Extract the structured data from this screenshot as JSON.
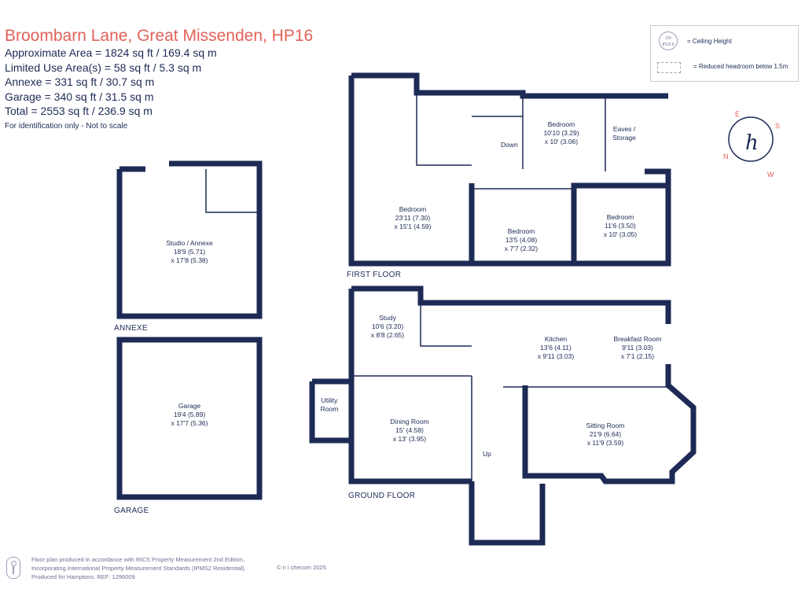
{
  "header": {
    "title": "Broombarn Lane, Great Missenden, HP16",
    "lines": [
      "Approximate Area = 1824 sq ft / 169.4 sq m",
      "Limited Use Area(s) = 58 sq ft / 5.3 sq m",
      "Annexe = 331 sq ft / 30.7 sq m",
      "Garage = 340 sq ft / 31.5 sq m",
      "Total = 2553 sq ft / 236.9 sq m"
    ],
    "note": "For identification only - Not to scale"
  },
  "legend": {
    "ceiling_height": "= Ceiling Height",
    "reduced_headroom": "= Reduced headroom below 1.5m",
    "circle_text_1": "CH",
    "circle_text_2": "8'5/2.6"
  },
  "floors": {
    "annexe": "ANNEXE",
    "garage": "GARAGE",
    "first_floor": "FIRST FLOOR",
    "ground_floor": "GROUND FLOOR"
  },
  "rooms": {
    "studio": [
      "Studio / Annexe",
      "18'9 (5.71)",
      "x 17'8 (5.38)"
    ],
    "garage": [
      "Garage",
      "19'4 (5.89)",
      "x 17'7 (5.36)"
    ],
    "bed_main": [
      "Bedroom",
      "23'11 (7.30)",
      "x 15'1 (4.59)"
    ],
    "bed_2": [
      "Bedroom",
      "10'10 (3.29)",
      "x 10' (3.06)"
    ],
    "eaves": [
      "Eaves /",
      "Storage"
    ],
    "bed_3": [
      "Bedroom",
      "13'5 (4.08)",
      "x 7'7 (2.32)"
    ],
    "bed_4": [
      "Bedroom",
      "11'6 (3.50)",
      "x 10' (3.05)"
    ],
    "down": "Down",
    "study": [
      "Study",
      "10'6 (3.20)",
      "x 8'8 (2.65)"
    ],
    "kitchen": [
      "Kitchen",
      "13'6 (4.11)",
      "x 9'11 (3.03)"
    ],
    "breakfast": [
      "Breakfast Room",
      "9'11 (3.03)",
      "x 7'1 (2.15)"
    ],
    "utility": [
      "Utility",
      "Room"
    ],
    "dining": [
      "Dining Room",
      "15' (4.58)",
      "x 13' (3.95)"
    ],
    "sitting": [
      "Sitting Room",
      "21'9 (6.64)",
      "x 11'9 (3.59)"
    ],
    "up": "Up"
  },
  "compass": {
    "n": "N",
    "e": "E",
    "s": "S",
    "w": "W",
    "logo": "h"
  },
  "footer": {
    "lines": [
      "Floor plan produced in accordance with RICS Property Measurement 2nd Edition,",
      "Incorporating International Property Measurement Standards (IPMS2 Residential).",
      "Produced for Hamptons.   REF:  1296009"
    ],
    "brand": "© n i checom  2025."
  },
  "colors": {
    "wall": "#1d2a55",
    "title": "#e0625a",
    "text": "#1d2a55"
  }
}
